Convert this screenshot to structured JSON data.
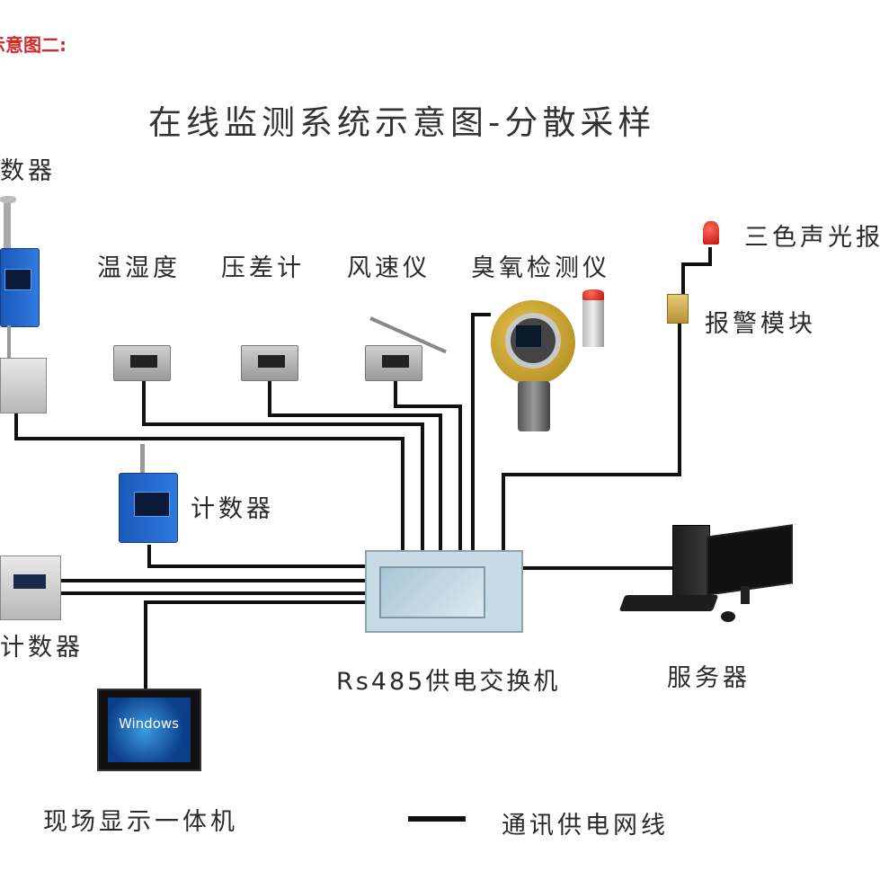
{
  "top_note": "示意图二:",
  "title": "在线监测系统示意图-分散采样",
  "labels": {
    "counter_top": "数器",
    "temp_humidity": "温湿度",
    "diff_pressure": "压差计",
    "anemometer": "风速仪",
    "ozone": "臭氧检测仪",
    "alarm_light": "三色声光报",
    "alarm_module": "报警模块",
    "counter_mid": "计数器",
    "counter_bottom": "计数器",
    "switch": "Rs485供电交换机",
    "server": "服务器",
    "display": "现场显示一体机",
    "legend": "通讯供电网线"
  },
  "screen_text": {
    "windows": "Windows"
  },
  "colors": {
    "note_red": "#d02a2a",
    "wire": "#111111",
    "device_blue": "#2f7ae0",
    "cabinet": "#c7dbe6"
  }
}
